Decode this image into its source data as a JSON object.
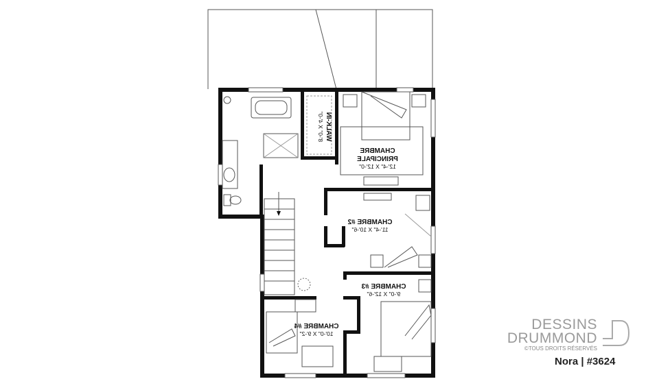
{
  "plan": {
    "rooms": [
      {
        "name": "WALK-IN",
        "dims": "8'-0\" X 4'-0\""
      },
      {
        "name": "CHAMBRE",
        "name2": "PRINCIPALE",
        "dims": "12'-4\" X 12'-0\""
      },
      {
        "name": "CHAMBRE #2",
        "dims": "11'-4\" X 10'-6\""
      },
      {
        "name": "CHAMBRE #3",
        "dims": "9'-0\" X 12'-6\""
      },
      {
        "name": "CHAMBRE #4",
        "dims": "10'-0\" X 9'-2\""
      }
    ],
    "text_mirrored": true
  },
  "branding": {
    "line1": "DESSINS",
    "line2": "DRUMMOND",
    "copyright": "©TOUS DROITS RÉSERVÉS",
    "model": "Nora | #3624"
  },
  "colors": {
    "wall": "#111111",
    "logo": "#9a9a9a"
  }
}
